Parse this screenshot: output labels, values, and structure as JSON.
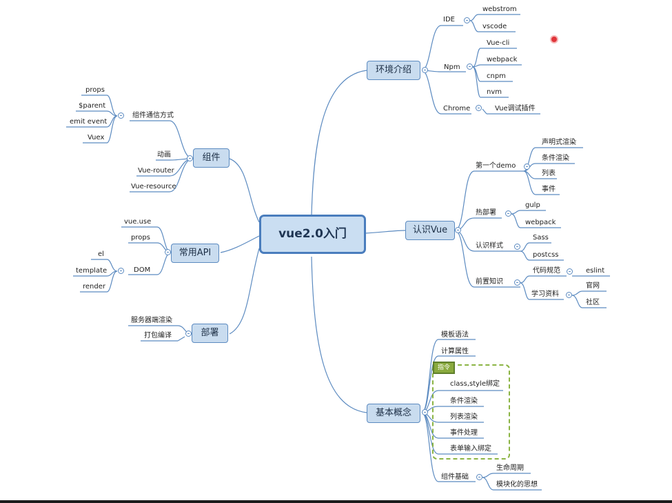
{
  "root": "vue2.0入门",
  "branches": {
    "env": "环境介绍",
    "know": "认识Vue",
    "basic": "基本概念",
    "comp": "组件",
    "api": "常用API",
    "deploy": "部署"
  },
  "env": {
    "ide": "IDE",
    "webstrom": "webstrom",
    "vscode": "vscode",
    "npm": "Npm",
    "vuecli": "Vue-cli",
    "webpack": "webpack",
    "cnpm": "cnpm",
    "nvm": "nvm",
    "chrome": "Chrome",
    "devtools": "Vue调试插件"
  },
  "know": {
    "demo": "第一个demo",
    "declarative": "声明式渲染",
    "conditional": "条件渲染",
    "list": "列表",
    "event": "事件",
    "hot": "热部署",
    "gulp": "gulp",
    "webpack": "webpack",
    "style": "认识样式",
    "sass": "Sass",
    "postcss": "postcss",
    "pre": "前置知识",
    "codestyle": "代码规范",
    "eslint": "eslint",
    "learn": "学习资料",
    "site": "官网",
    "community": "社区"
  },
  "basic": {
    "template": "模板语法",
    "computed": "计算属性",
    "directive_tag": "指令",
    "classstyle": "class,style绑定",
    "conditional": "条件渲染",
    "listrender": "列表渲染",
    "eventhandle": "事件处理",
    "forminput": "表单输入绑定",
    "compbase": "组件基础",
    "lifecycle": "生命周期",
    "modular": "模块化的思想"
  },
  "comp": {
    "communication": "组件通信方式",
    "props": "props",
    "parent": "$parent",
    "emit": "emit event",
    "vuex": "Vuex",
    "animation": "动画",
    "router": "Vue-router",
    "resource": "Vue-resource"
  },
  "api": {
    "use": "vue.use",
    "props": "props",
    "dom": "DOM",
    "el": "el",
    "template": "template",
    "render": "render"
  },
  "deploy": {
    "ssr": "服务器端渲染",
    "build": "打包编译"
  },
  "colors": {
    "line": "#5b8ac0",
    "branch_fill": "#c9dcef",
    "root_border": "#4a7dbd",
    "group_border": "#8bb443",
    "marker": "#e0343a"
  }
}
